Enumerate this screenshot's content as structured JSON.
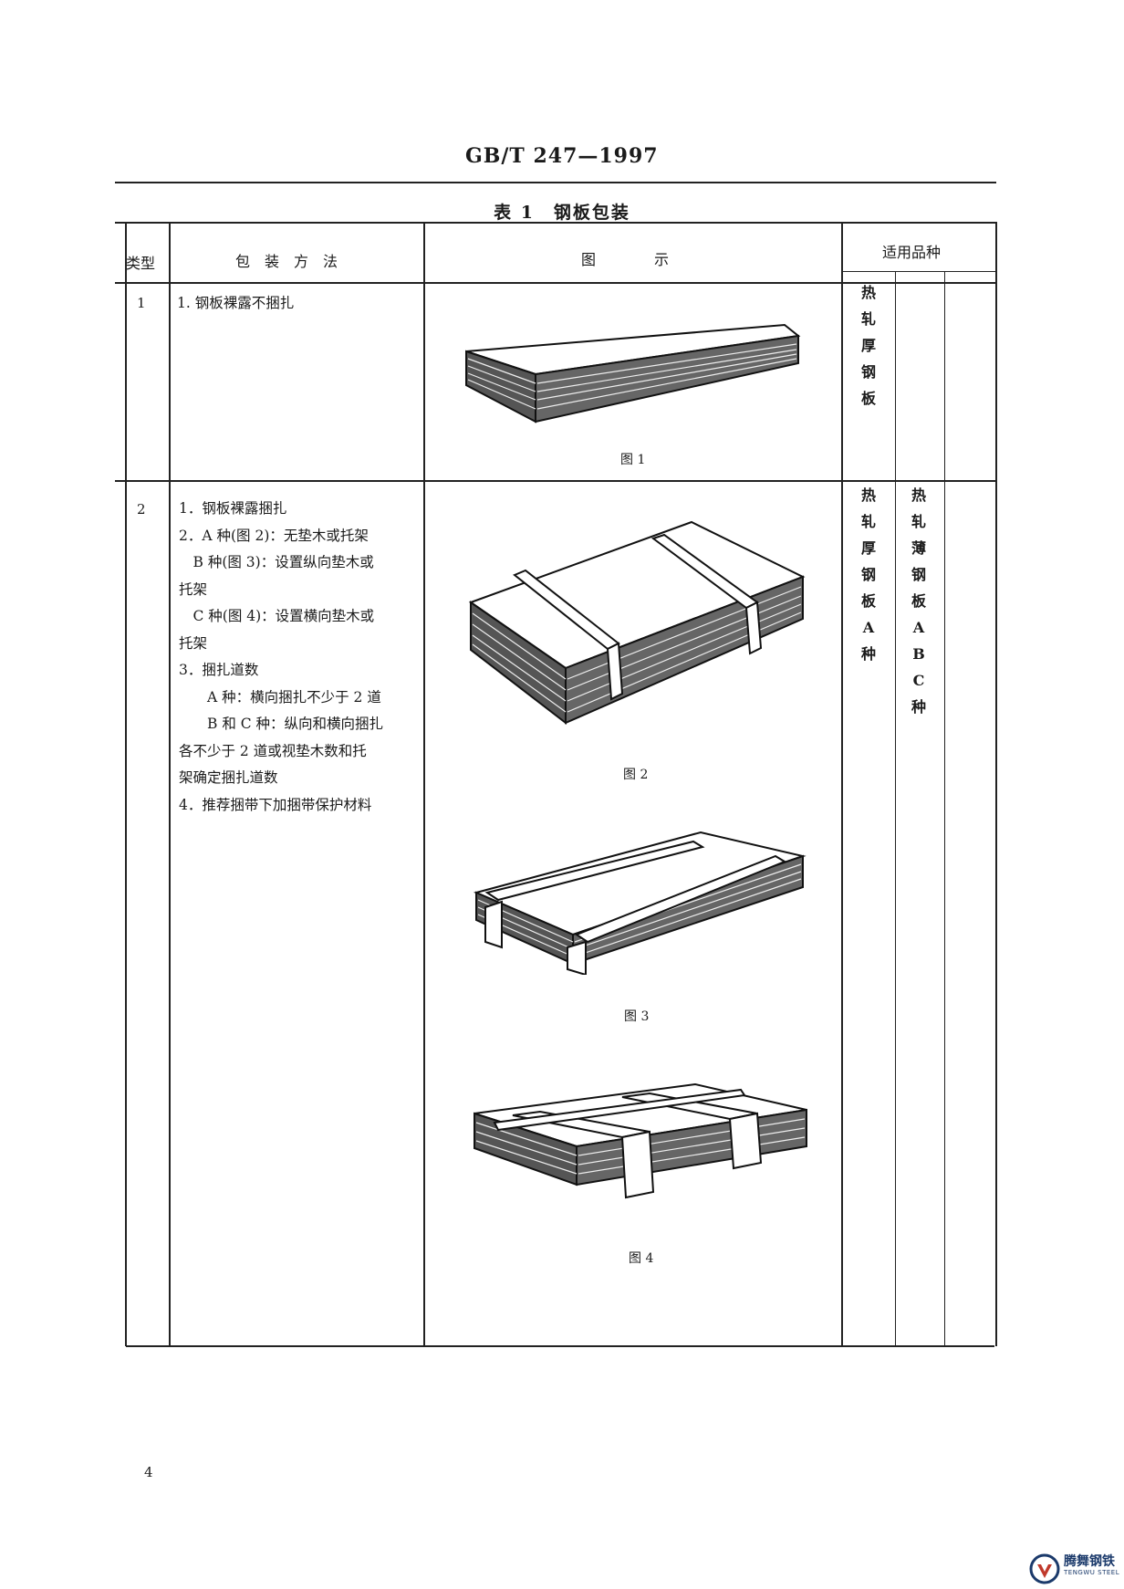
{
  "header": {
    "standard_code": "GB/T 247—1997"
  },
  "table": {
    "title": "表 1　钢板包装",
    "headers": {
      "type": "类型",
      "method": "包　装　方　法",
      "illustration": "图　　　　示",
      "grade": "适用品种"
    },
    "rows": [
      {
        "type": "1",
        "method_lines": [
          "1. 钢板裸露不捆扎"
        ],
        "figure_caption": "图 1",
        "grade_col1": [
          "热",
          "轧",
          "厚",
          "钢",
          "板"
        ],
        "grade_col2": []
      },
      {
        "type": "2",
        "method_lines": [
          "1．钢板裸露捆扎",
          "2．A 种(图 2)：无垫木或托架",
          "　B 种(图 3)：设置纵向垫木或",
          "托架",
          "　C 种(图 4)：设置横向垫木或",
          "托架",
          "3．捆扎道数",
          "　　A 种：横向捆扎不少于 2 道",
          "　　B 和 C 种：纵向和横向捆扎",
          "各不少于 2 道或视垫木数和托",
          "架确定捆扎道数",
          "4．推荐捆带下加捆带保护材料"
        ],
        "figure_captions": [
          "图 2",
          "图 3",
          "图 4"
        ],
        "grade_col1": [
          "热",
          "轧",
          "厚",
          "钢",
          "板",
          "A",
          "种"
        ],
        "grade_col2": [
          "热",
          "轧",
          "薄",
          "钢",
          "板",
          "A",
          "B",
          "C",
          "种"
        ]
      }
    ]
  },
  "footer": {
    "page_number": "4",
    "logo_text_cn": "腾舞钢铁",
    "logo_text_en": "TENGWU STEEL"
  }
}
